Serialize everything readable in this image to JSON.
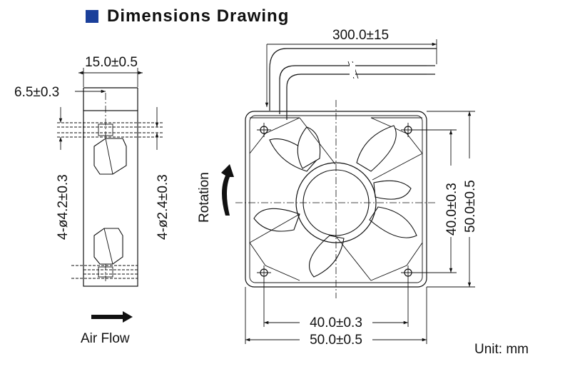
{
  "header": {
    "title": "Dimensions  Drawing",
    "accent_color": "#1a3f9a"
  },
  "side_view": {
    "width_dim": "15.0±0.5",
    "offset_dim": "6.5±0.3",
    "hole_dim_outer": "4-ø4.2±0.3",
    "hole_dim_inner": "4-ø2.4±0.3"
  },
  "front_view": {
    "lead_length": "300.0±15",
    "hole_spacing_horizontal": "40.0±0.3",
    "frame_width": "50.0±0.5",
    "hole_spacing_vertical": "40.0±0.3",
    "frame_height": "50.0±0.5",
    "rotation_label": "Rotation",
    "rotation_icon": "curved-arrow-counterclockwise"
  },
  "airflow": {
    "label": "Air Flow",
    "icon": "arrow-right"
  },
  "unit": "Unit: mm"
}
